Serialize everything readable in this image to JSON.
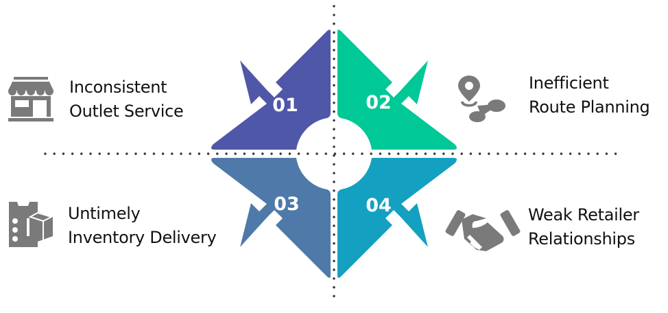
{
  "diagram": {
    "quadrants": [
      {
        "number": "01",
        "color": "#4F57A9",
        "icon": "storefront-icon",
        "line1": "Inconsistent",
        "line2": "Outlet Service"
      },
      {
        "number": "02",
        "color": "#00C896",
        "icon": "route-pin-icon",
        "line1": "Inefficient",
        "line2": "Route Planning"
      },
      {
        "number": "03",
        "color": "#4E79A8",
        "icon": "inventory-checklist-box-icon",
        "line1": "Untimely",
        "line2": "Inventory Delivery"
      },
      {
        "number": "04",
        "color": "#14A0C0",
        "icon": "handshake-icon",
        "line1": "Weak Retailer",
        "line2": "Relationships"
      }
    ],
    "icon_color": "#7A7A7A",
    "divider_color": "#333333"
  }
}
